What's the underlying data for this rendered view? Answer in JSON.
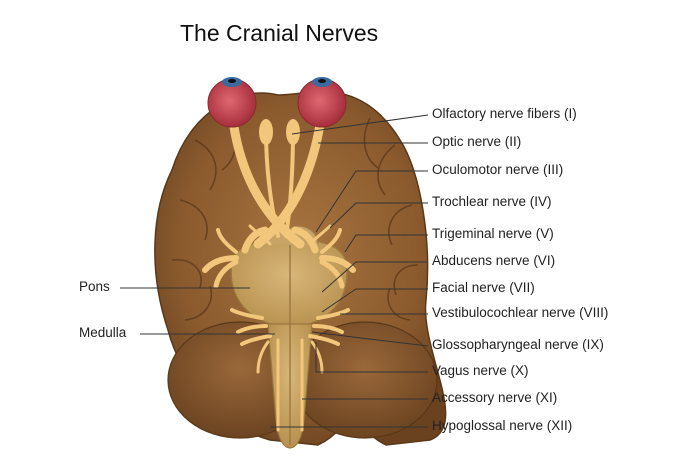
{
  "title": "The Cranial Nerves",
  "labels_right": [
    {
      "id": "olfactory",
      "text": "Olfactory nerve fibers (I)"
    },
    {
      "id": "optic",
      "text": "Optic nerve (II)"
    },
    {
      "id": "oculomotor",
      "text": "Oculomotor nerve (III)"
    },
    {
      "id": "trochlear",
      "text": "Trochlear nerve (IV)"
    },
    {
      "id": "trigeminal",
      "text": "Trigeminal nerve (V)"
    },
    {
      "id": "abducens",
      "text": "Abducens nerve (VI)"
    },
    {
      "id": "facial",
      "text": "Facial nerve (VII)"
    },
    {
      "id": "vestibulocochlear",
      "text": "Vestibulocochlear nerve (VIII)"
    },
    {
      "id": "glossopharyngeal",
      "text": "Glossopharyngeal nerve (IX)"
    },
    {
      "id": "vagus",
      "text": "Vagus nerve (X)"
    },
    {
      "id": "accessory",
      "text": "Accessory nerve (XI)"
    },
    {
      "id": "hypoglossal",
      "text": "Hypoglossal nerve (XII)"
    }
  ],
  "labels_left": [
    {
      "id": "pons",
      "text": "Pons"
    },
    {
      "id": "medulla",
      "text": "Medulla"
    }
  ],
  "colors": {
    "brain": "#8a5a2e",
    "brain_dark": "#6e4522",
    "nerve": "#f2c77c",
    "eye": "#c2434f",
    "iris": "#3a6aa0",
    "line": "#333333"
  }
}
